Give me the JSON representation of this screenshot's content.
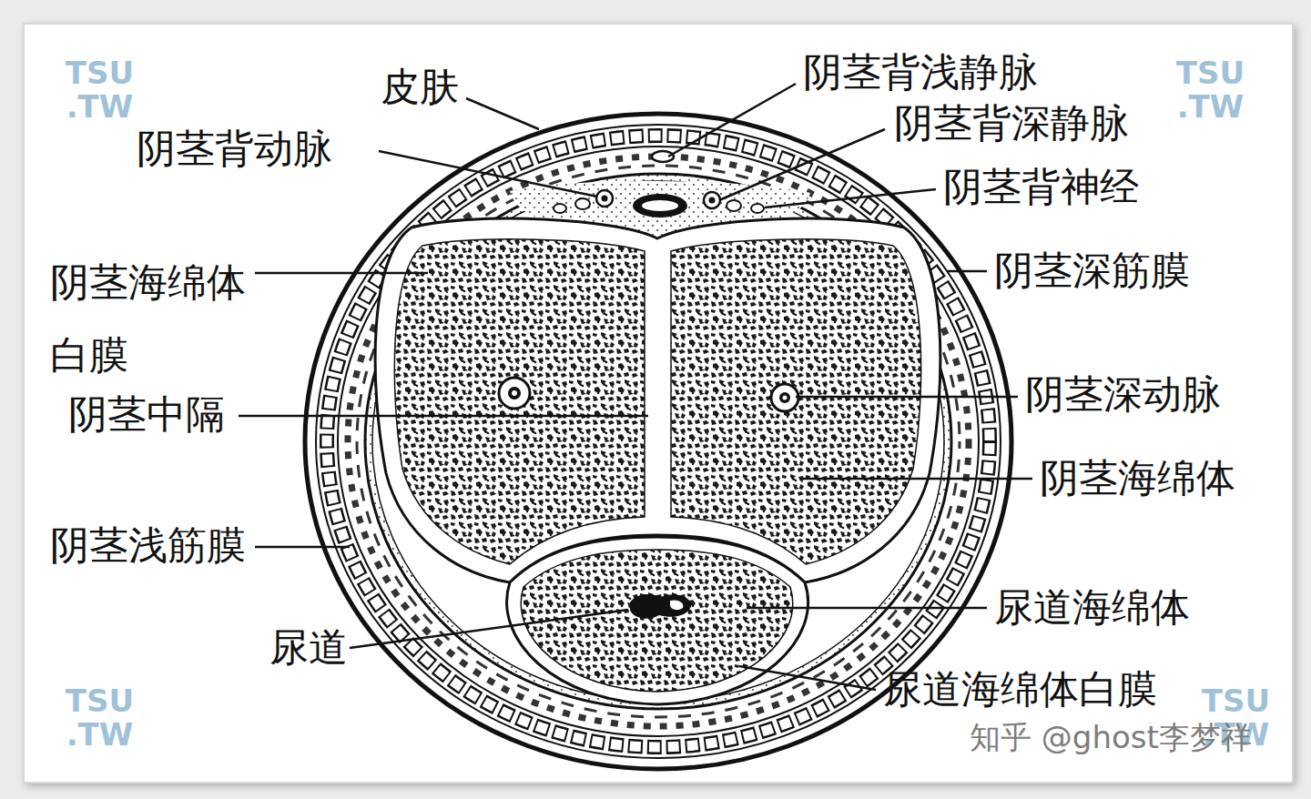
{
  "diagram": {
    "labels": [
      "皮肤",
      "阴茎背浅静脉",
      "阴茎背动脉",
      "阴茎背深静脉",
      "阴茎背神经",
      "阴茎海绵体 白膜",
      "阴茎深筋膜",
      "阴茎中隔",
      "阴茎深动脉",
      "阴茎海绵体",
      "阴茎浅筋膜",
      "尿道海绵体",
      "尿道",
      "尿道海绵体白膜",
      "TSU .TW",
      "TSU .TW",
      "TSU .TW",
      "TSU .TW",
      "知乎 @ghost李梦祥"
    ]
  }
}
